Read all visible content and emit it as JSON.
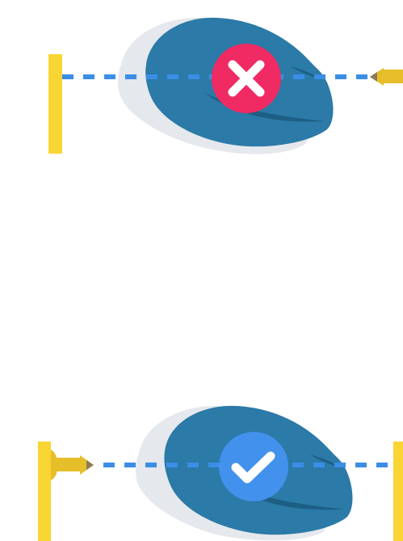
{
  "colors": {
    "background": "#ffffff",
    "wall": "#F9D534",
    "arrow": "#E6BE2A",
    "arrow_tip": "#8C7A56",
    "dashed_line": "#3B8EE6",
    "leaf": "#2B7AA8",
    "leaf_shadow": "#E5E8EC",
    "leaf_vein": "#1D5E84",
    "wrong_badge": "#F02A63",
    "correct_badge": "#4291EC",
    "badge_mark": "#ffffff"
  },
  "panels": [
    {
      "id": "wrong",
      "status": "incorrect",
      "icon": "close-icon",
      "arrow_direction": "right-to-left"
    },
    {
      "id": "correct",
      "status": "correct",
      "icon": "check-icon",
      "arrow_direction": "left-to-right"
    }
  ]
}
